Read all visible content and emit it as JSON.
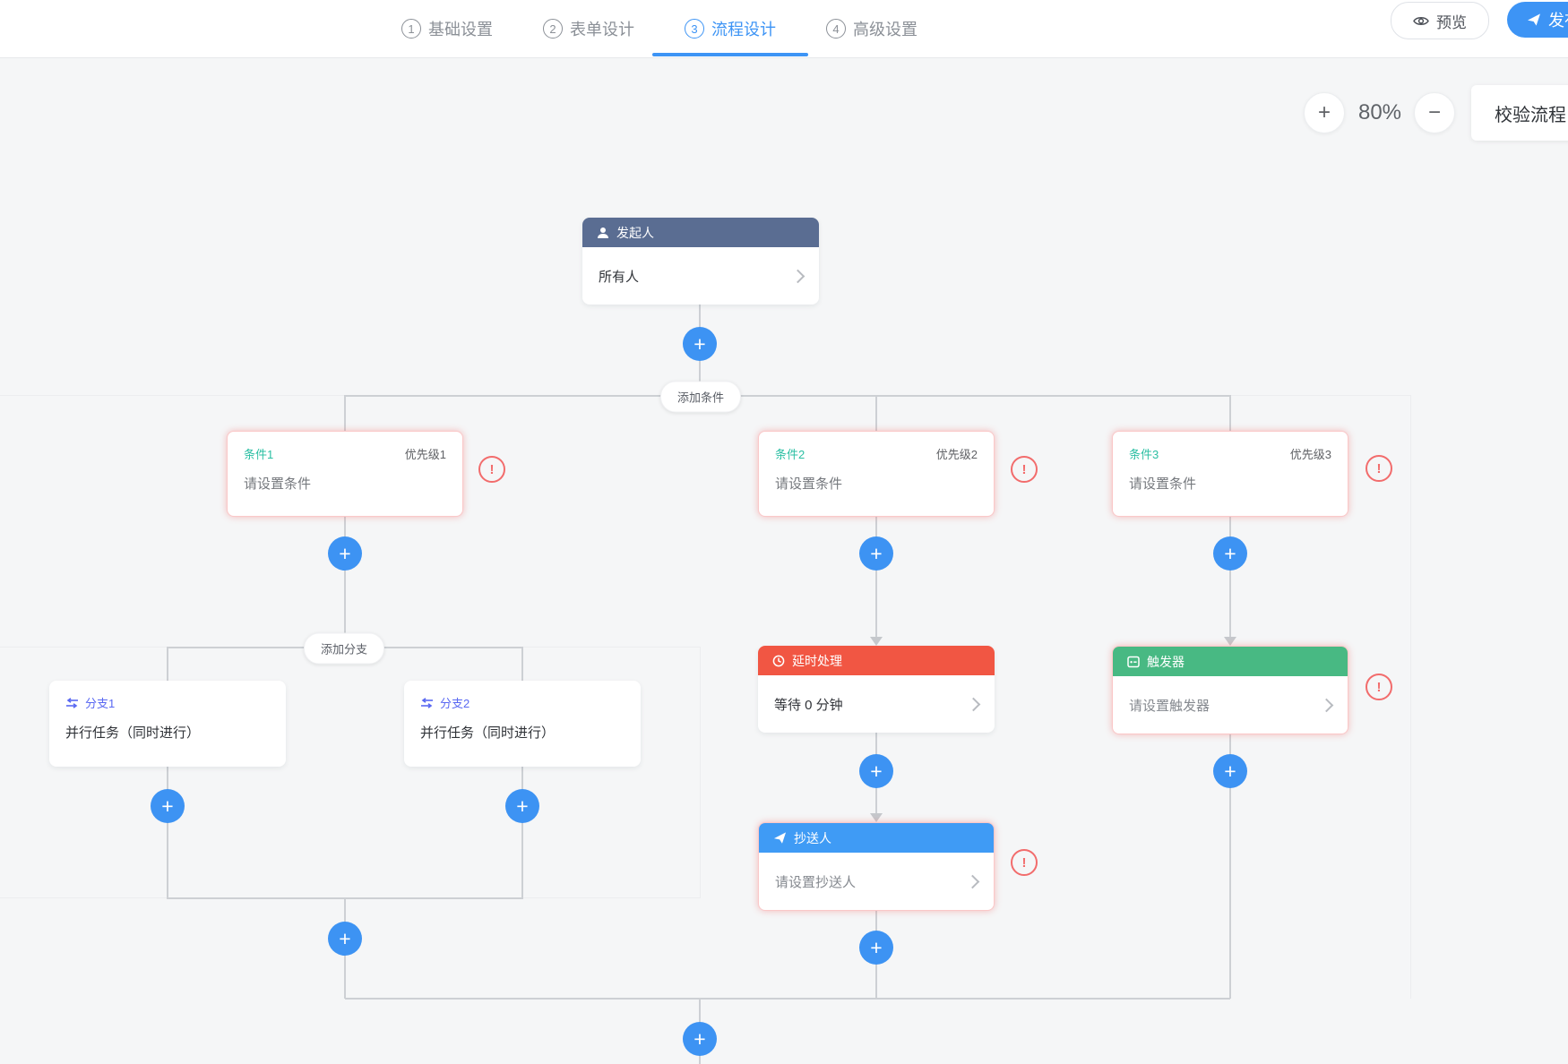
{
  "header": {
    "tabs": [
      {
        "num": "1",
        "label": "基础设置",
        "active": false
      },
      {
        "num": "2",
        "label": "表单设计",
        "active": false
      },
      {
        "num": "3",
        "label": "流程设计",
        "active": true
      },
      {
        "num": "4",
        "label": "高级设置",
        "active": false
      }
    ],
    "preview_label": "预览",
    "publish_label": "发布"
  },
  "toolbar": {
    "zoom_in_glyph": "+",
    "zoom_out_glyph": "−",
    "zoom_level": "80%",
    "validate_label": "校验流程"
  },
  "flow": {
    "plus_glyph": "+",
    "warning_glyph": "!",
    "initiator": {
      "title": "发起人",
      "value": "所有人"
    },
    "add_condition_label": "添加条件",
    "add_branch_label": "添加分支",
    "conditions": [
      {
        "name": "条件1",
        "priority": "优先级1",
        "placeholder": "请设置条件"
      },
      {
        "name": "条件2",
        "priority": "优先级2",
        "placeholder": "请设置条件"
      },
      {
        "name": "条件3",
        "priority": "优先级3",
        "placeholder": "请设置条件"
      }
    ],
    "branches": [
      {
        "name": "分支1",
        "desc": "并行任务（同时进行）"
      },
      {
        "name": "分支2",
        "desc": "并行任务（同时进行）"
      }
    ],
    "delay": {
      "title": "延时处理",
      "value": "等待 0 分钟"
    },
    "cc": {
      "title": "抄送人",
      "value": "请设置抄送人"
    },
    "trigger": {
      "title": "触发器",
      "value": "请设置触发器"
    }
  },
  "colors": {
    "accent_blue": "#3d94f5",
    "initiator_header": "#5a6d92",
    "delay_header": "#f15643",
    "cc_header": "#3f9bf5",
    "trigger_header": "#48b983",
    "error_red": "#f56c6c",
    "condition_name_teal": "#2bbfa3",
    "branch_name_blue": "#5968f2",
    "connector_gray": "#cdd0d4",
    "canvas_bg": "#f5f6f7"
  }
}
